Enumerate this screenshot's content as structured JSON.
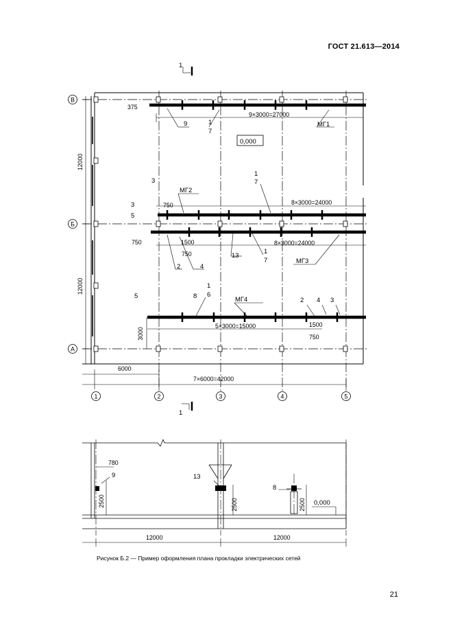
{
  "header": {
    "standard": "ГОСТ 21.613—2014"
  },
  "plan": {
    "section_mark": "1",
    "axes_rows": [
      "В",
      "Б",
      "А"
    ],
    "axes_cols": [
      "1",
      "2",
      "3",
      "4",
      "5"
    ],
    "elevation": "0,000",
    "row_spacing": "12000",
    "col_spacing": "6000",
    "total_span": "7×6000=42000",
    "offsets": {
      "o375": "375",
      "o750": "750",
      "o1500": "1500",
      "o3000": "3000"
    },
    "runs": {
      "mg1": {
        "name": "МГ1",
        "dim": "9×3000=27000"
      },
      "mg2": {
        "name": "МГ2",
        "dim": "8×3000=24000"
      },
      "mg3": {
        "name": "МГ3",
        "dim": "8×3000=24000"
      },
      "mg4": {
        "name": "МГ4",
        "dim": "5×3000=15000"
      }
    },
    "callouts": {
      "c1": "1",
      "c2": "2",
      "c3": "3",
      "c4": "4",
      "c5": "5",
      "c6": "6",
      "c7": "7",
      "c8": "8",
      "c9": "9",
      "c13": "13"
    }
  },
  "section": {
    "dim780": "780",
    "dim2500": "2500",
    "dim12000": "12000",
    "elevation": "0,000",
    "labels": {
      "l9": "9",
      "l13": "13",
      "l8": "8"
    }
  },
  "caption": "Рисунок Б.2 — Пример оформления плана прокладки электрических сетей",
  "page_number": "21"
}
